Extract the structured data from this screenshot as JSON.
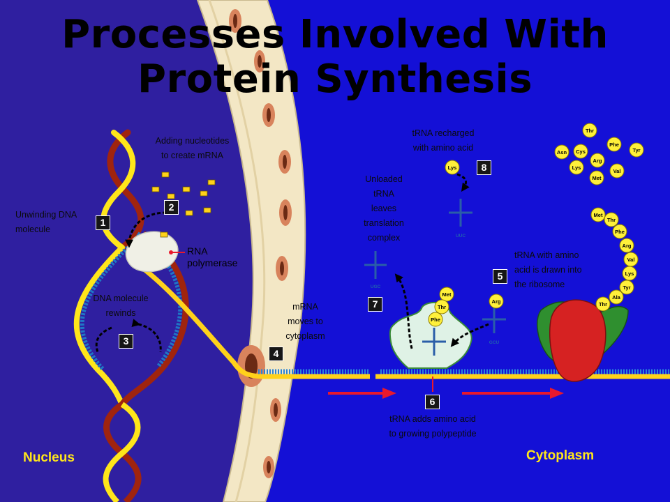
{
  "title": {
    "line1": "Processes Involved With",
    "line2": "Protein Synthesis"
  },
  "regions": {
    "nucleus": "Nucleus",
    "cytoplasm": "Cytoplasm"
  },
  "labels": {
    "rna_polymerase_line1": "RNA",
    "rna_polymerase_line2": "polymerase"
  },
  "steps": [
    {
      "number": "1",
      "caption_line1": "Unwinding DNA",
      "caption_line2": "molecule"
    },
    {
      "number": "2",
      "caption_line1": "Adding nucleotides",
      "caption_line2": "to create mRNA"
    },
    {
      "number": "3",
      "caption_line1": "DNA molecule",
      "caption_line2": "rewinds"
    },
    {
      "number": "4",
      "caption_line1": "mRNA",
      "caption_line2": "moves to",
      "caption_line3": "cytoplasm"
    },
    {
      "number": "5",
      "caption_line1": "tRNA with amino",
      "caption_line2": "acid is drawn into",
      "caption_line3": "the ribosome"
    },
    {
      "number": "6",
      "caption_line1": "tRNA adds amino acid",
      "caption_line2": "to growing polypeptide"
    },
    {
      "number": "7",
      "caption_line1": "Unloaded",
      "caption_line2": "tRNA",
      "caption_line3": "leaves",
      "caption_line4": "translation",
      "caption_line5": "complex"
    },
    {
      "number": "8",
      "caption_line1": "tRNA recharged",
      "caption_line2": "with amino acid"
    }
  ],
  "amino_acids": {
    "pool": [
      "Thr",
      "Asn",
      "Cys",
      "Phe",
      "Tyr",
      "Lys",
      "Arg",
      "Val",
      "Met"
    ],
    "polypeptide_chain": [
      "Met",
      "Thr",
      "Phe",
      "Arg",
      "Val",
      "Lys",
      "Tyr",
      "Ala",
      "Thr"
    ],
    "at_peptidyl_site": [
      "Met",
      "Thr",
      "Phe"
    ],
    "incoming_trna": "Arg",
    "recharged_trna": "Lys"
  },
  "codons": {
    "exiting_trna": "UGC",
    "recharged_trna": "UUC",
    "incoming_trna": "GCU"
  },
  "colors": {
    "nucleus_bg": "#2f1fa0",
    "cytoplasm_bg": "#1410d6",
    "membrane": "#f3e7c5",
    "dna_red": "#a0240e",
    "dna_yellow": "#ffe61a",
    "mrna": "#ffd21a",
    "amino_acid": "#fff03a",
    "ribosome": "#d62222",
    "arrow": "#e8192c"
  }
}
